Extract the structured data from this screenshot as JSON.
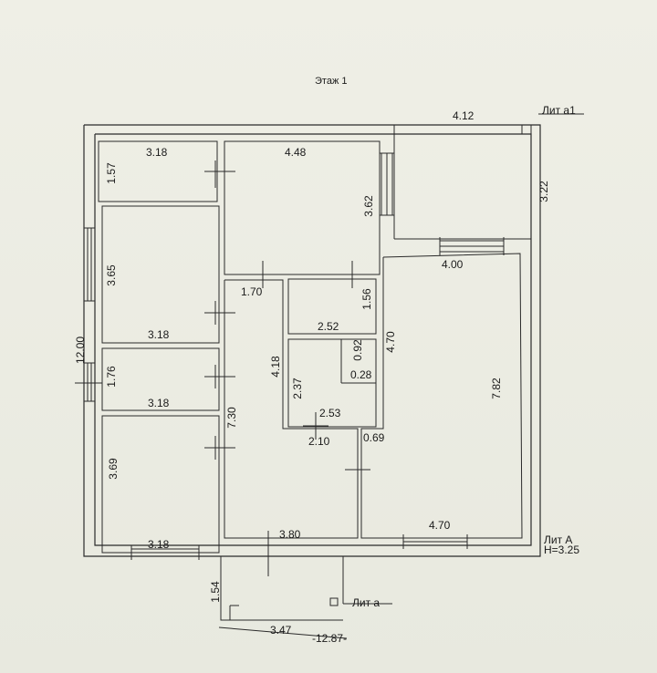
{
  "plan": {
    "title": "Этаж 1",
    "building_labels": {
      "lit_a1": "Лит а1",
      "lit_A": "Лит А",
      "height": "H=3.25",
      "lit_a": "Лит а"
    },
    "dimensions": {
      "top_a1_width": "4.12",
      "a1_height": "3.22",
      "overall_height": "12.00",
      "overall_width": "-12.87-",
      "porch_width": "3.47",
      "porch_height": "1.54",
      "r1_width": "3.18",
      "r1_height": "1.57",
      "r2_width": "4.48",
      "r2_height": "3.62",
      "r3_height": "3.65",
      "r3_width": "3.18",
      "hall_width": "1.70",
      "hall_height": "4.18",
      "bath1_height": "1.56",
      "bath1_width": "2.52",
      "small_height": "0.92",
      "small_width": "0.28",
      "corr_height": "4.70",
      "r4_height": "1.76",
      "r4_width": "3.18",
      "big_width_top": "4.00",
      "big_height": "7.82",
      "big_width_bottom": "4.70",
      "bath2_height": "2.37",
      "bath2_width": "2.53",
      "corridor_width": "2.10",
      "corridor_gap": "0.69",
      "central_height": "7.30",
      "r5_height": "3.69",
      "r5_width": "3.18",
      "central_width": "3.80"
    }
  }
}
